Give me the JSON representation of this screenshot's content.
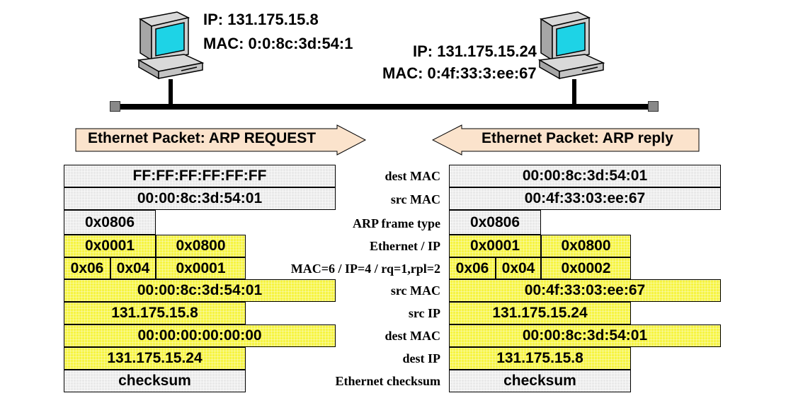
{
  "host_a": {
    "ip": "IP: 131.175.15.8",
    "mac": "MAC: 0:0:8c:3d:54:1",
    "icon": "computer-icon"
  },
  "host_b": {
    "ip": "IP: 131.175.15.24",
    "mac": "MAC: 0:4f:33:3:ee:67",
    "icon": "computer-icon"
  },
  "arrows": {
    "request": "Ethernet Packet: ARP REQUEST",
    "reply": "Ethernet Packet: ARP reply",
    "fill": "#fbe3cc"
  },
  "colors": {
    "header_fields": "#e9e9e9",
    "arp_fields": "#f6f442",
    "bus": "#000000"
  },
  "field_labels": {
    "dest_mac": "dest MAC",
    "src_mac": "src MAC",
    "frame_type": "ARP frame type",
    "eth_ip": "Ethernet / IP",
    "sizes_op": "MAC=6 / IP=4 / rq=1,rpl=2",
    "arp_src_mac": "src MAC",
    "arp_src_ip": "src IP",
    "arp_dest_mac": "dest MAC",
    "arp_dest_ip": "dest IP",
    "checksum": "Ethernet checksum"
  },
  "request": {
    "dest_mac": "FF:FF:FF:FF:FF:FF",
    "src_mac": "00:00:8c:3d:54:01",
    "frame_type": "0x0806",
    "hw_type": "0x0001",
    "proto_type": "0x0800",
    "hw_len": "0x06",
    "proto_len": "0x04",
    "op": "0x0001",
    "sender_mac": "00:00:8c:3d:54:01",
    "sender_ip": "131.175.15.8",
    "target_mac": "00:00:00:00:00:00",
    "target_ip": "131.175.15.24",
    "checksum": "checksum"
  },
  "reply": {
    "dest_mac": "00:00:8c:3d:54:01",
    "src_mac": "00:4f:33:03:ee:67",
    "frame_type": "0x0806",
    "hw_type": "0x0001",
    "proto_type": "0x0800",
    "hw_len": "0x06",
    "proto_len": "0x04",
    "op": "0x0002",
    "sender_mac": "00:4f:33:03:ee:67",
    "sender_ip": "131.175.15.24",
    "target_mac": "00:00:8c:3d:54:01",
    "target_ip": "131.175.15.8",
    "checksum": "checksum"
  }
}
